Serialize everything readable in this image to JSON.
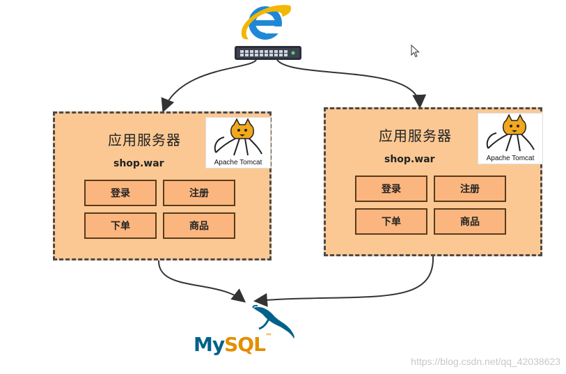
{
  "browser": {
    "icon": "ie-browser-icon"
  },
  "switch": {
    "icon": "network-switch-icon"
  },
  "servers": [
    {
      "title": "应用服务器",
      "war": "shop.war",
      "tomcat_label": "Apache Tomcat",
      "modules": [
        "登录",
        "注册",
        "下单",
        "商品"
      ]
    },
    {
      "title": "应用服务器",
      "war": "shop.war",
      "tomcat_label": "Apache Tomcat",
      "modules": [
        "登录",
        "注册",
        "下单",
        "商品"
      ]
    }
  ],
  "database": {
    "my": "My",
    "sql": "SQL",
    "tm": "™"
  },
  "watermark": "https://blog.csdn.net/qq_42038623",
  "colors": {
    "server_fill": "#fbc893",
    "module_fill": "#fbb67f",
    "mysql_blue": "#00618a",
    "mysql_orange": "#e48e00",
    "ie_blue": "#1e88d6"
  }
}
